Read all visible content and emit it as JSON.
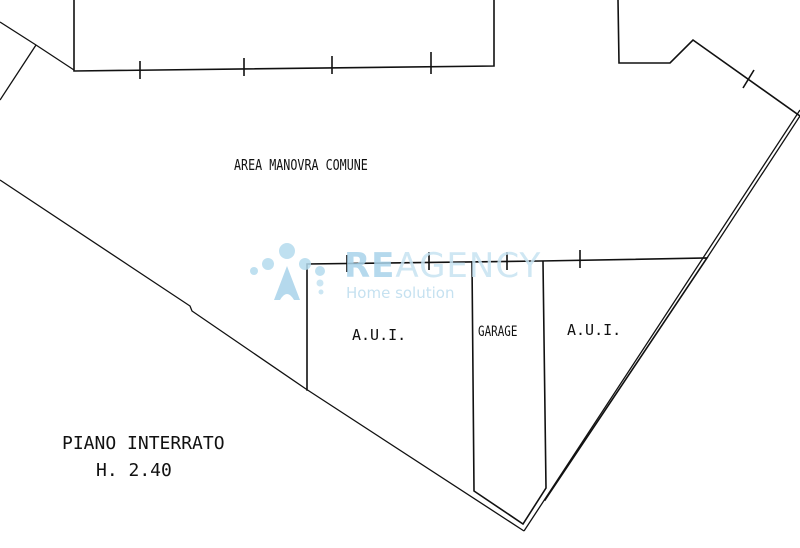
{
  "plan": {
    "rooms": {
      "common_area": "AREA MANOVRA COMUNE",
      "aui_left": "A.U.I.",
      "garage": "GARAGE",
      "aui_right": "A.U.I."
    },
    "floor_label": "PIANO INTERRATO",
    "height_label": "H. 2.40",
    "line_color": "#111111",
    "background": "#ffffff"
  },
  "watermark": {
    "brand_bold": "RE",
    "brand_rest": "AGENCY",
    "tagline": "Home solution",
    "icon": "people-dots-logo-icon",
    "color": "#a9d3ea"
  }
}
